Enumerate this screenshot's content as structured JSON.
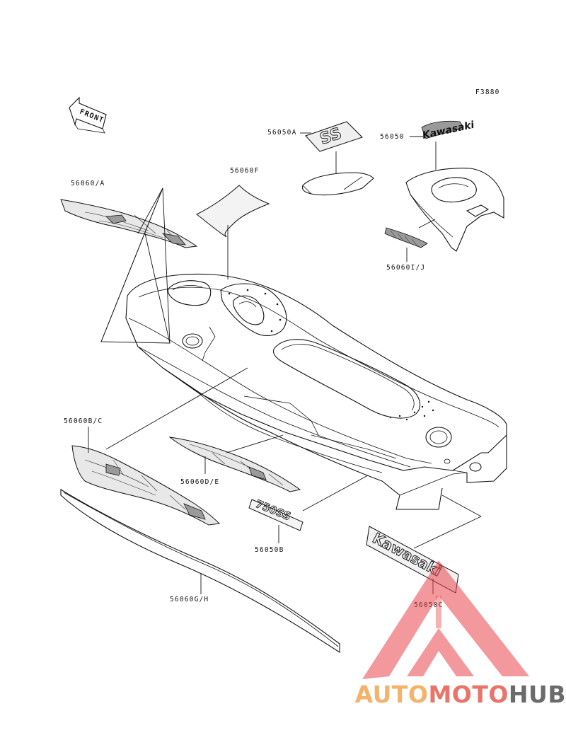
{
  "figure_code": "F3880",
  "front_arrow": {
    "label": "FRONT"
  },
  "parts": [
    {
      "id": "p-56050A",
      "label": "56050A"
    },
    {
      "id": "p-56050",
      "label": "56050"
    },
    {
      "id": "p-56060A",
      "label": "56060/A"
    },
    {
      "id": "p-56060F",
      "label": "56060F"
    },
    {
      "id": "p-56060IJ",
      "label": "56060I/J"
    },
    {
      "id": "p-56060BC",
      "label": "56060B/C"
    },
    {
      "id": "p-56060DE",
      "label": "56060D/E"
    },
    {
      "id": "p-56050B",
      "label": "56050B"
    },
    {
      "id": "p-56060GH",
      "label": "56060G/H"
    },
    {
      "id": "p-56050C",
      "label": "56050C"
    }
  ],
  "decal_text": {
    "kawasaki": "Kawasaki",
    "model": "750SS",
    "ss": "SS",
    "logo": "Kawasaki"
  },
  "watermark": {
    "part1": "AUTO",
    "part2": "MOTO",
    "part3": "HUB",
    "colors": {
      "auto": "#f6b26b",
      "moto": "#e8746a",
      "hub": "#6b6b6b",
      "triangle": "#e9434a"
    }
  }
}
